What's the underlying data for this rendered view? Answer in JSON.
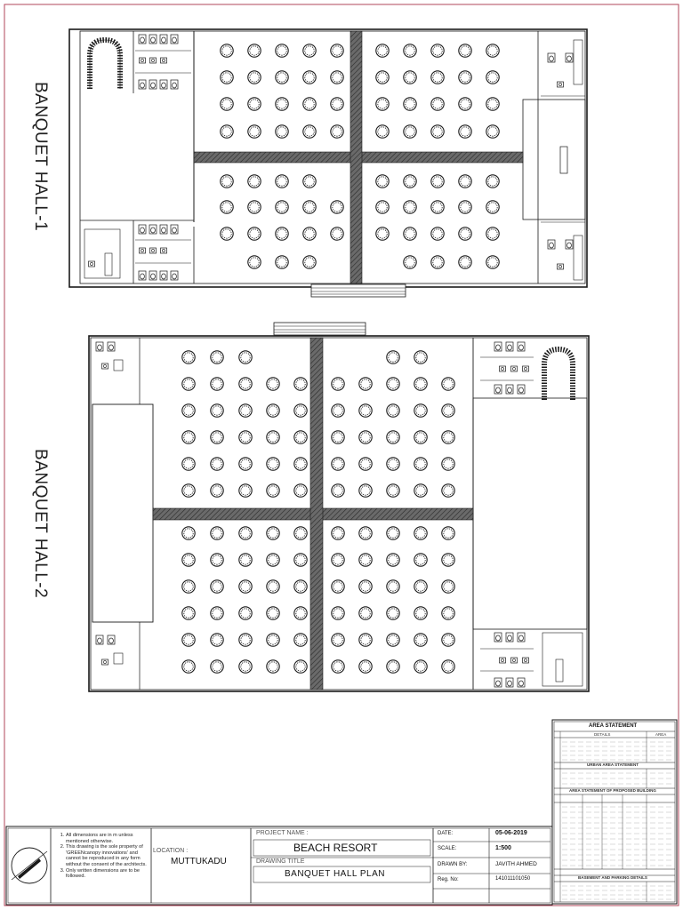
{
  "halls": {
    "hall1_title": "BANQUET HALL-1",
    "hall2_title": "BANQUET HALL-2"
  },
  "title_block": {
    "notes": [
      "All dimensions are in m unless mentioned otherwise.",
      "This drawing is the sole property of 'GREENcanopy innovations' and cannot be reproduced in any form without the consent of the architects.",
      "Only written dimensions are to be followed."
    ],
    "location_label": "LOCATION :",
    "location_value": "MUTTUKADU",
    "project_name_label": "PROJECT NAME :",
    "project_name_value": "BEACH RESORT",
    "drawing_title_label": "DRAWING TITLE",
    "drawing_title_value": "BANQUET HALL PLAN",
    "date_label": "DATE:",
    "date_value": "05-06-2019",
    "scale_label": "SCALE:",
    "scale_value": "1:500",
    "drawn_by_label": "DRAWN BY:",
    "drawn_by_value": "JAVITH AHMED",
    "reg_no_label": "Reg. No:",
    "reg_no_value": "141011101050"
  },
  "area_statement": {
    "title": "AREA STATEMENT",
    "header_detail": "DETAILS",
    "header_area": "AREA",
    "urban_title": "URBAN AREA STATEMENT",
    "proposed_title": "AREA STATEMENT OF PROPOSED BUILDING",
    "parking_title": "BASEMENT AND PARKING DETAILS"
  },
  "colors": {
    "line": "#1a1a1a",
    "border": "#b0455a",
    "corridor": "#555555"
  }
}
